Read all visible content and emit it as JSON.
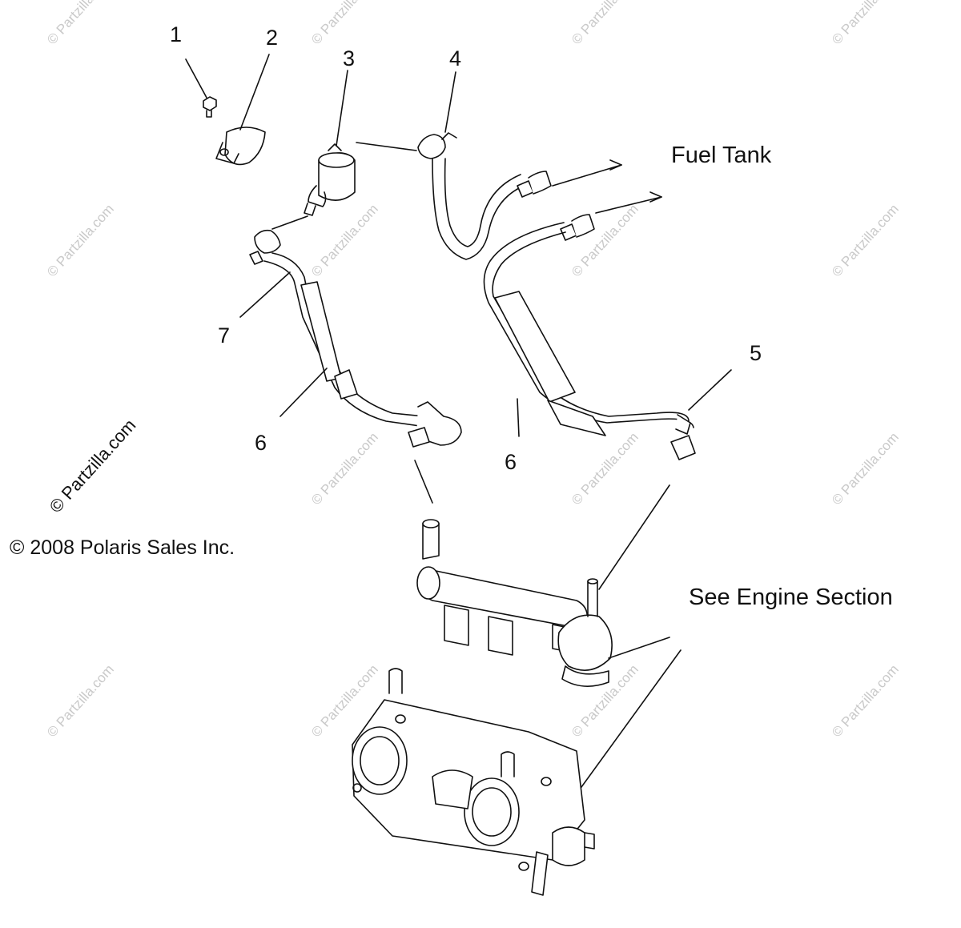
{
  "callouts": {
    "c1": "1",
    "c2": "2",
    "c3": "3",
    "c4": "4",
    "c5": "5",
    "c6a": "6",
    "c6b": "6",
    "c7": "7"
  },
  "notes": {
    "fuel_tank": "Fuel Tank",
    "engine_section": "See Engine Section"
  },
  "copyright": "© 2008 Polaris Sales Inc.",
  "watermark": "© Partzilla.com",
  "colors": {
    "ink": "#111111",
    "watermark": "#c9c9c9",
    "background": "#ffffff"
  }
}
